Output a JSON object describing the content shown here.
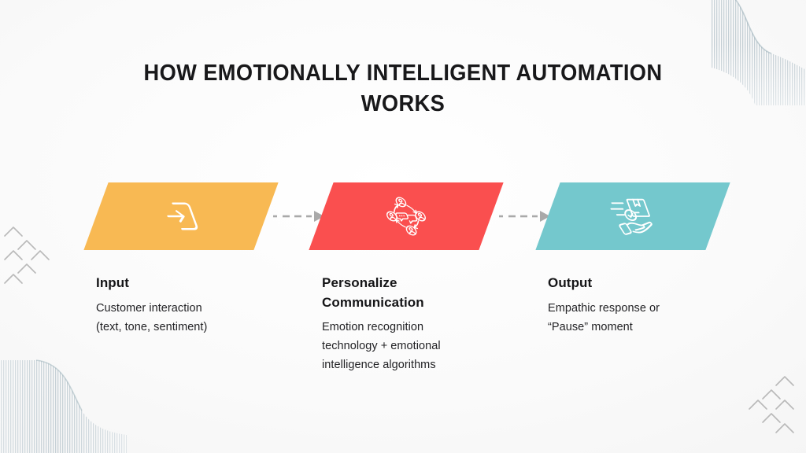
{
  "slide": {
    "title": "HOW EMOTIONALLY INTELLIGENT AUTOMATION WORKS",
    "background_color": "#fbfbfb",
    "text_color": "#18181a"
  },
  "flow": {
    "connector_icon": "dashed-arrow-right-icon",
    "connector_color": "#a9a9a9",
    "steps": [
      {
        "id": "input",
        "title": "Input",
        "body": "Customer interaction (text, tone, sentiment)",
        "body_line_1": "Customer interaction",
        "body_line_2": "(text, tone, sentiment)",
        "shape": "parallelogram",
        "color": "#f8b953",
        "icon": "login-arrow-into-box-icon"
      },
      {
        "id": "personalize-communication",
        "title": "Personalize Communication",
        "body": "Emotion recognition technology + emotional intelligence algorithms",
        "body_line_1": "Emotion recognition",
        "body_line_2": "technology + emotional",
        "body_line_3": "intelligence algorithms",
        "shape": "parallelogram",
        "color": "#fa4f4f",
        "icon": "people-network-chat-icon"
      },
      {
        "id": "output",
        "title": "Output",
        "body": "Empathic response or “Pause” moment",
        "body_line_1": "Empathic response or",
        "body_line_2": "“Pause” moment",
        "shape": "parallelogram",
        "color": "#74c8cd",
        "icon": "hand-holding-package-check-icon"
      }
    ]
  },
  "decorations": {
    "ribbon_top_right": "striped-wave-ribbon",
    "ribbon_bottom_left": "striped-wave-ribbon",
    "chevrons_left": "chevron-cluster",
    "chevrons_right": "chevron-cluster",
    "chevron_color": "#bcbcbc",
    "ribbon_color": "#cfd8dc"
  }
}
